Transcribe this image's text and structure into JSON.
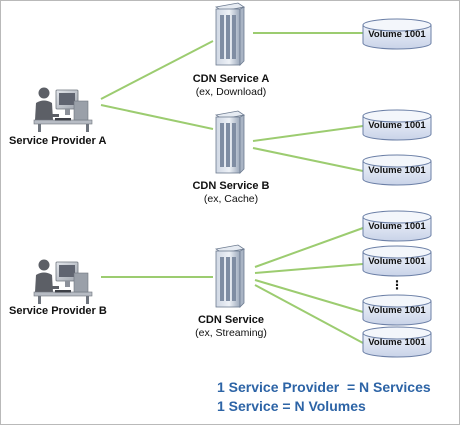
{
  "providers": [
    {
      "label": "Service Provider A"
    },
    {
      "label": "Service Provider B"
    }
  ],
  "services": [
    {
      "name": "CDN Service A",
      "subtitle": "(ex, Download)"
    },
    {
      "name": "CDN Service B",
      "subtitle": "(ex, Cache)"
    },
    {
      "name": "CDN Service",
      "subtitle": "(ex, Streaming)"
    }
  ],
  "volumes": [
    {
      "label": "Volume 1001"
    },
    {
      "label": "Volume 1001"
    },
    {
      "label": "Volume 1001"
    },
    {
      "label": "Volume 1001"
    },
    {
      "label": "Volume 1001"
    },
    {
      "label": "Volume 1001"
    },
    {
      "label": "Volume 1001"
    }
  ],
  "ellipsis": "⋮",
  "formulas": [
    "1 Service Provider  = N Services",
    "1 Service = N Volumes"
  ],
  "colors": {
    "connector": "#9ccc70",
    "volume_fill": "#dfe6f4",
    "volume_stroke": "#6b7fa6",
    "formula_text": "#2d64a6"
  }
}
